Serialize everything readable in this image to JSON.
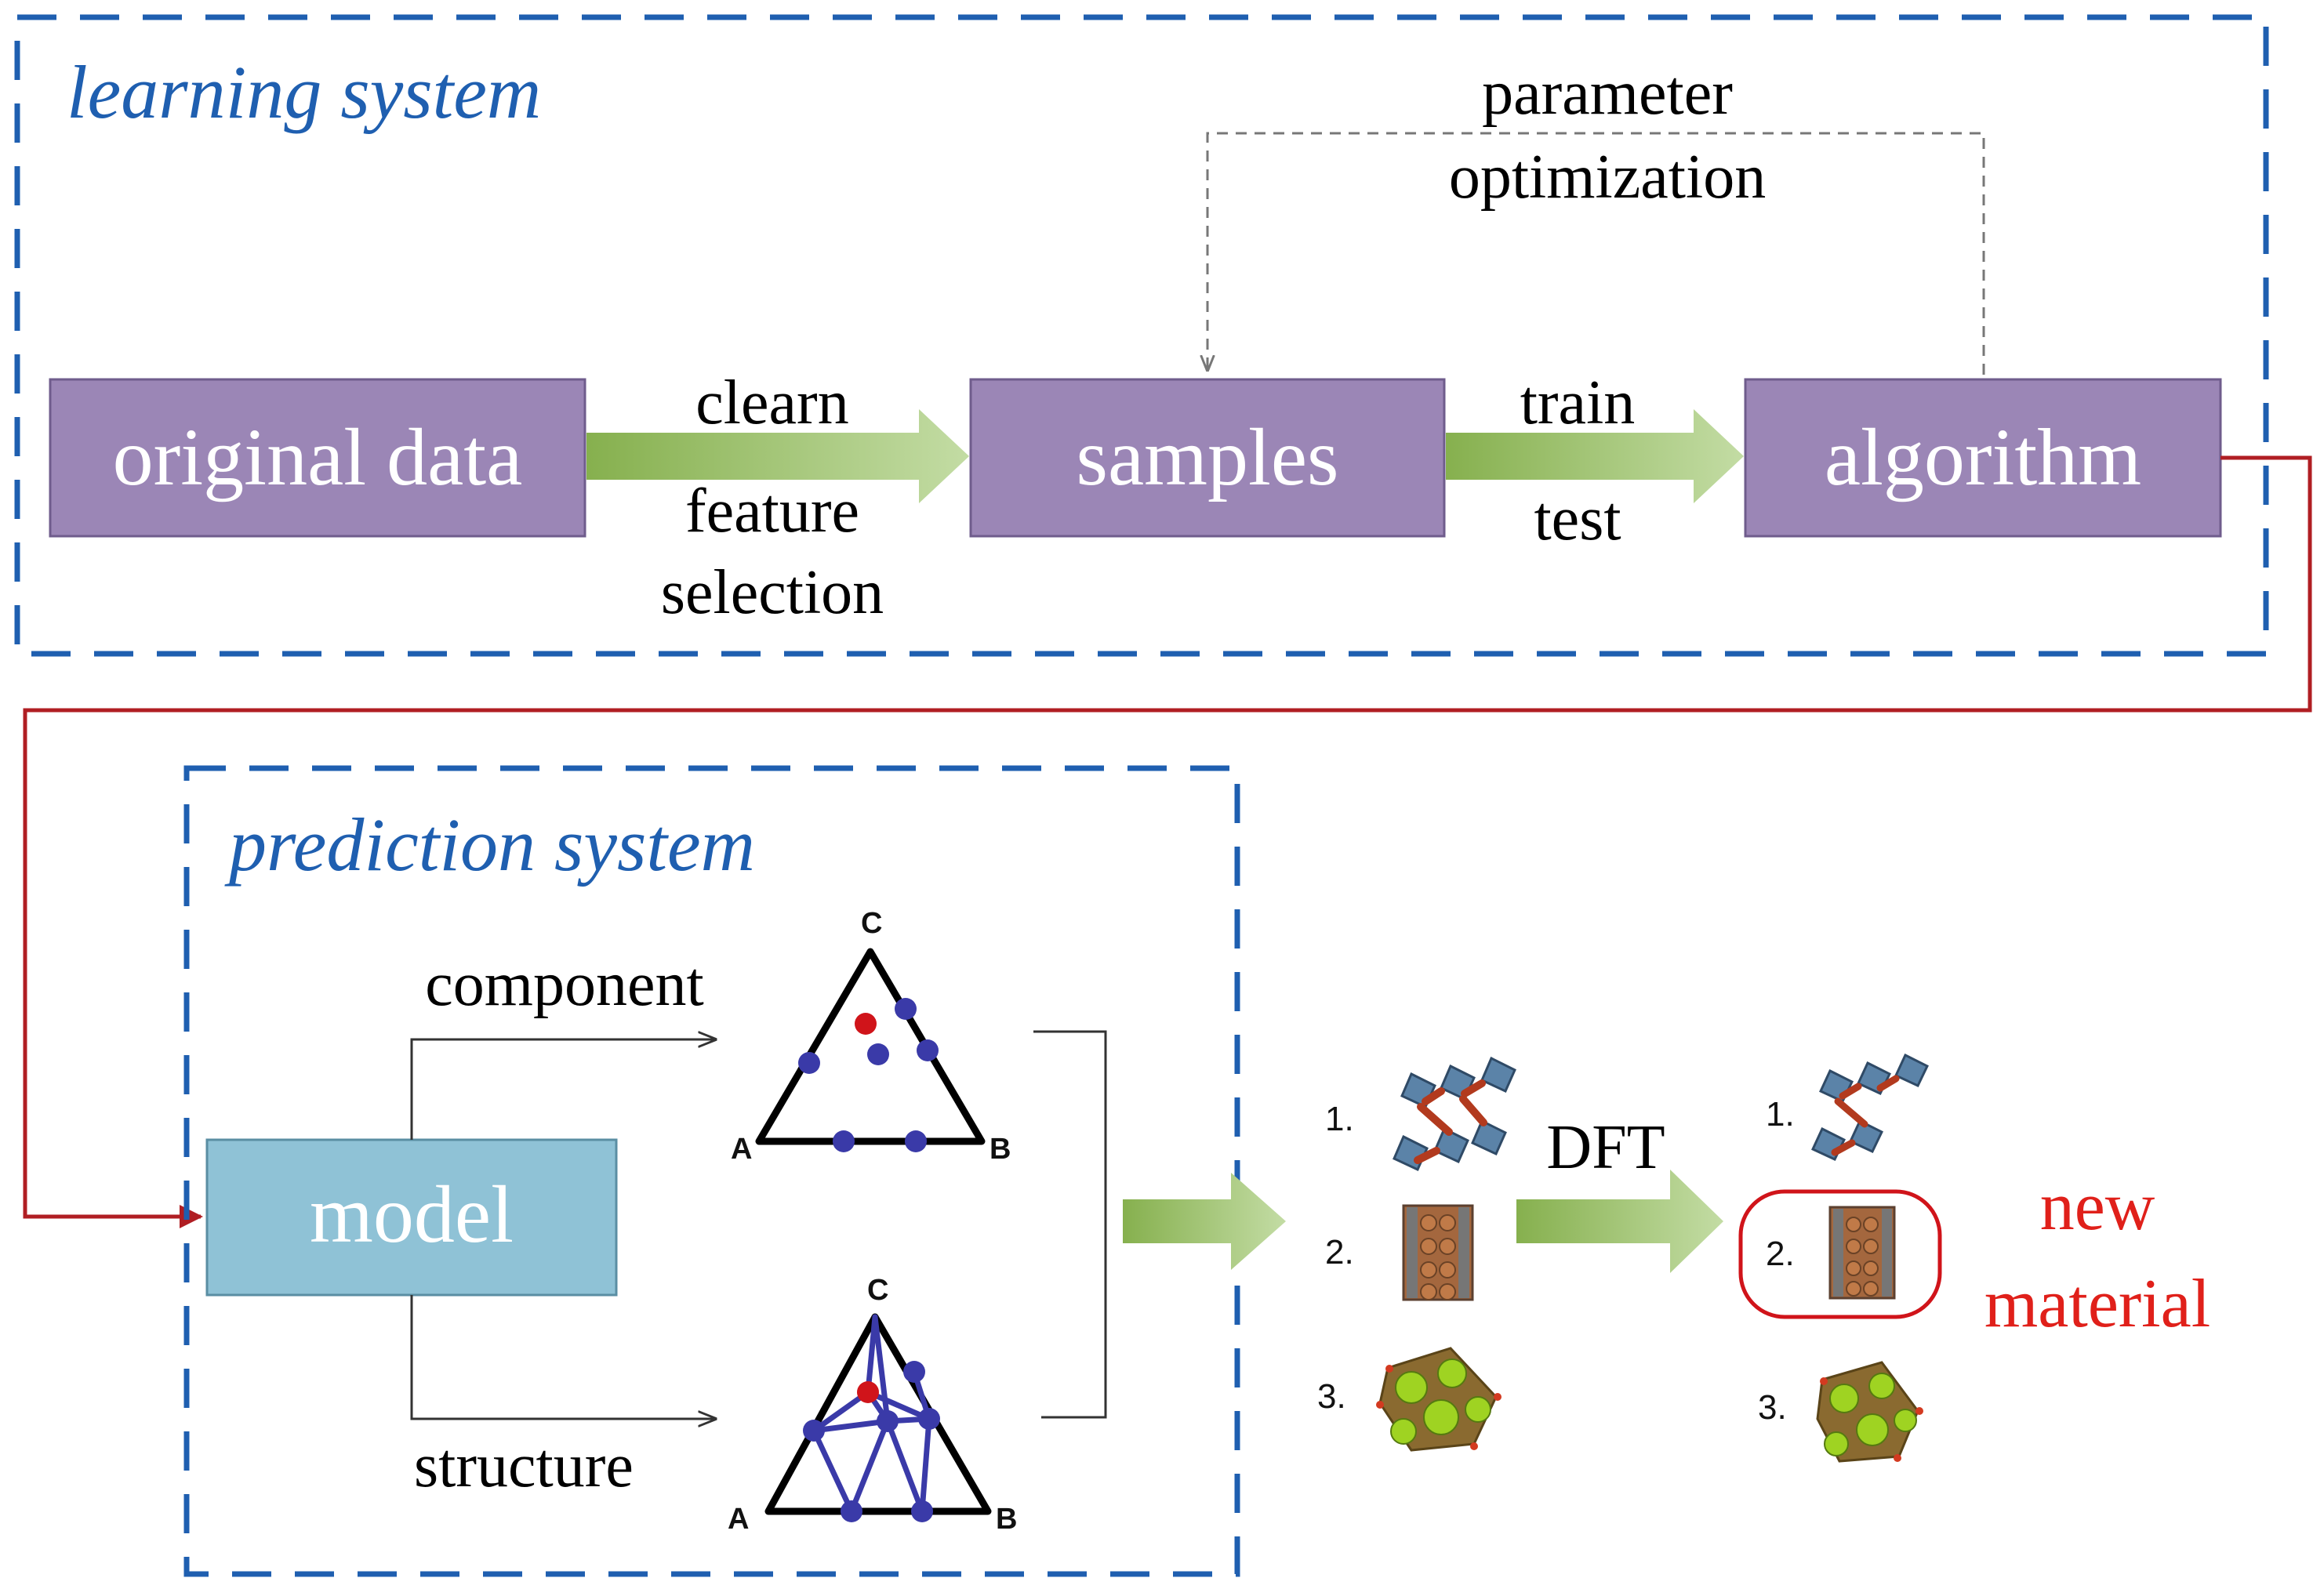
{
  "learning_system": {
    "title": "learning system",
    "boxes": {
      "original": "original data",
      "samples": "samples",
      "algorithm": "algorithm"
    },
    "edge1_labels": [
      "clearn",
      "feature",
      "selection"
    ],
    "edge2_labels": [
      "train",
      "test"
    ],
    "feedback_label": [
      "parameter",
      "optimization"
    ]
  },
  "prediction_system": {
    "title": "prediction system",
    "model": "model",
    "branch_top": "component",
    "branch_bottom": "structure",
    "triangle_vertices": [
      "A",
      "B",
      "C"
    ]
  },
  "candidates": {
    "numbers": [
      "1.",
      "2.",
      "3."
    ]
  },
  "dft_label": "DFT",
  "result": {
    "numbers": [
      "1.",
      "2.",
      "3."
    ],
    "new_material": [
      "new",
      "material"
    ]
  },
  "colors": {
    "dashed_border": "#1f5fb0",
    "box_purple": "#9b86b6",
    "box_model": "#8fc2d6",
    "arrow_green": "#9bc36a",
    "connector_red": "#b01e23",
    "highlight_red": "#e0201a",
    "point_blue": "#3a3aa8",
    "point_red": "#d0141a"
  }
}
